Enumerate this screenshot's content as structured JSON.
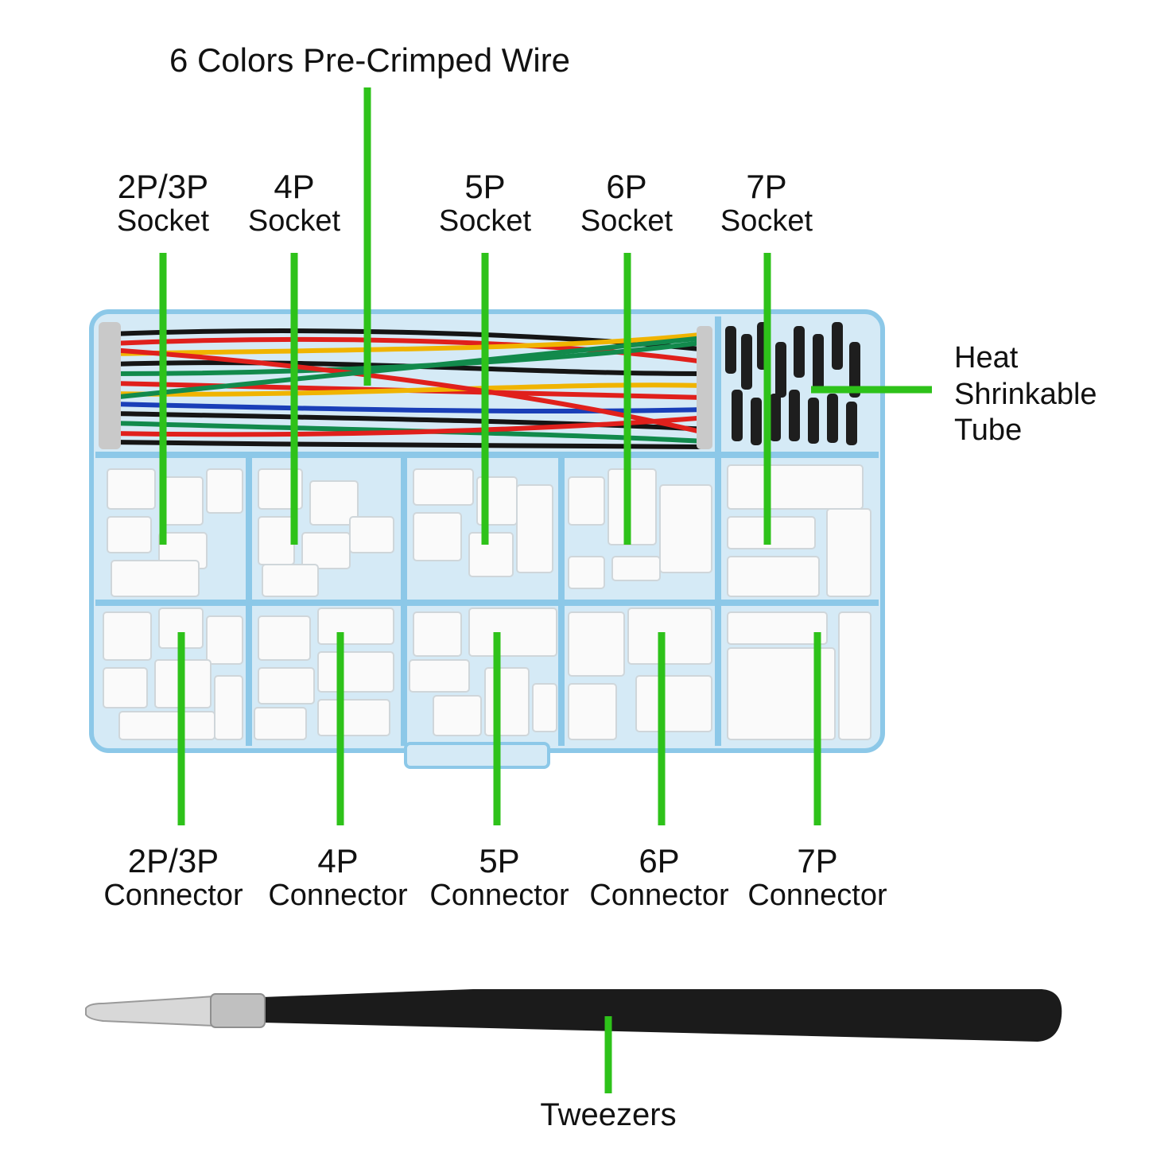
{
  "title": "6 Colors Pre-Crimped Wire",
  "sockets": [
    {
      "size": "2P/3P",
      "kind": "Socket"
    },
    {
      "size": "4P",
      "kind": "Socket"
    },
    {
      "size": "5P",
      "kind": "Socket"
    },
    {
      "size": "6P",
      "kind": "Socket"
    },
    {
      "size": "7P",
      "kind": "Socket"
    }
  ],
  "connectors": [
    {
      "size": "2P/3P",
      "kind": "Connector"
    },
    {
      "size": "4P",
      "kind": "Connector"
    },
    {
      "size": "5P",
      "kind": "Connector"
    },
    {
      "size": "6P",
      "kind": "Connector"
    },
    {
      "size": "7P",
      "kind": "Connector"
    }
  ],
  "heat_tube": {
    "line1": "Heat",
    "line2": "Shrinkable",
    "line3": "Tube"
  },
  "tweezers": "Tweezers",
  "colors": {
    "leader": "#2ec21a",
    "box": "#9fd3ee",
    "wire_red": "#e0201c",
    "wire_black": "#151515",
    "wire_yellow": "#f0b400",
    "wire_green": "#128a4c",
    "wire_blue": "#1a3fb8",
    "wire_white": "#eeeeee"
  }
}
